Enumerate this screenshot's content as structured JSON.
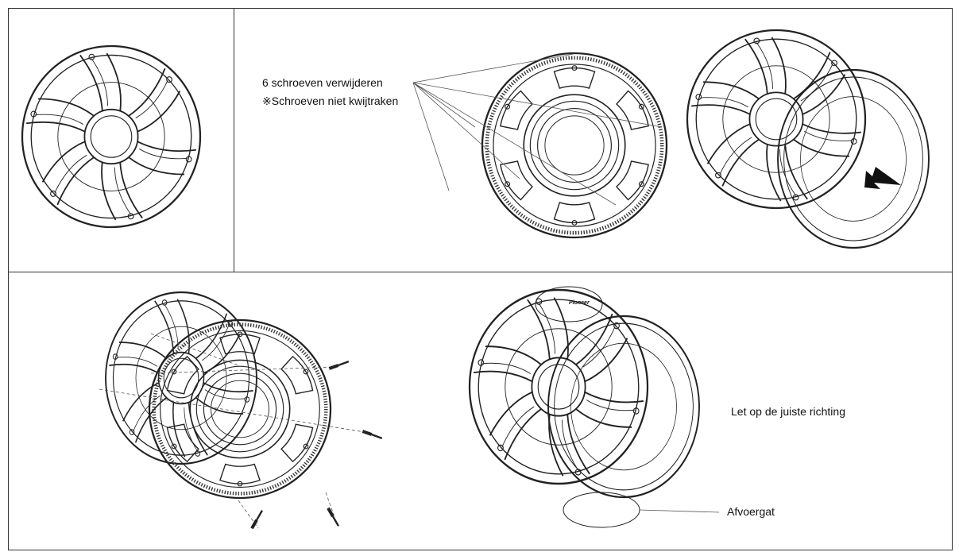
{
  "labels": {
    "remove_screws": "6 schroeven verwijderen",
    "dont_lose_screws": "※Schroeven niet kwijtraken",
    "correct_direction": "Let op de juiste richting",
    "drain_hole": "Afvoergat"
  },
  "logo_text": "Pioneer",
  "colors": {
    "line": "#222222",
    "background": "#ffffff"
  }
}
